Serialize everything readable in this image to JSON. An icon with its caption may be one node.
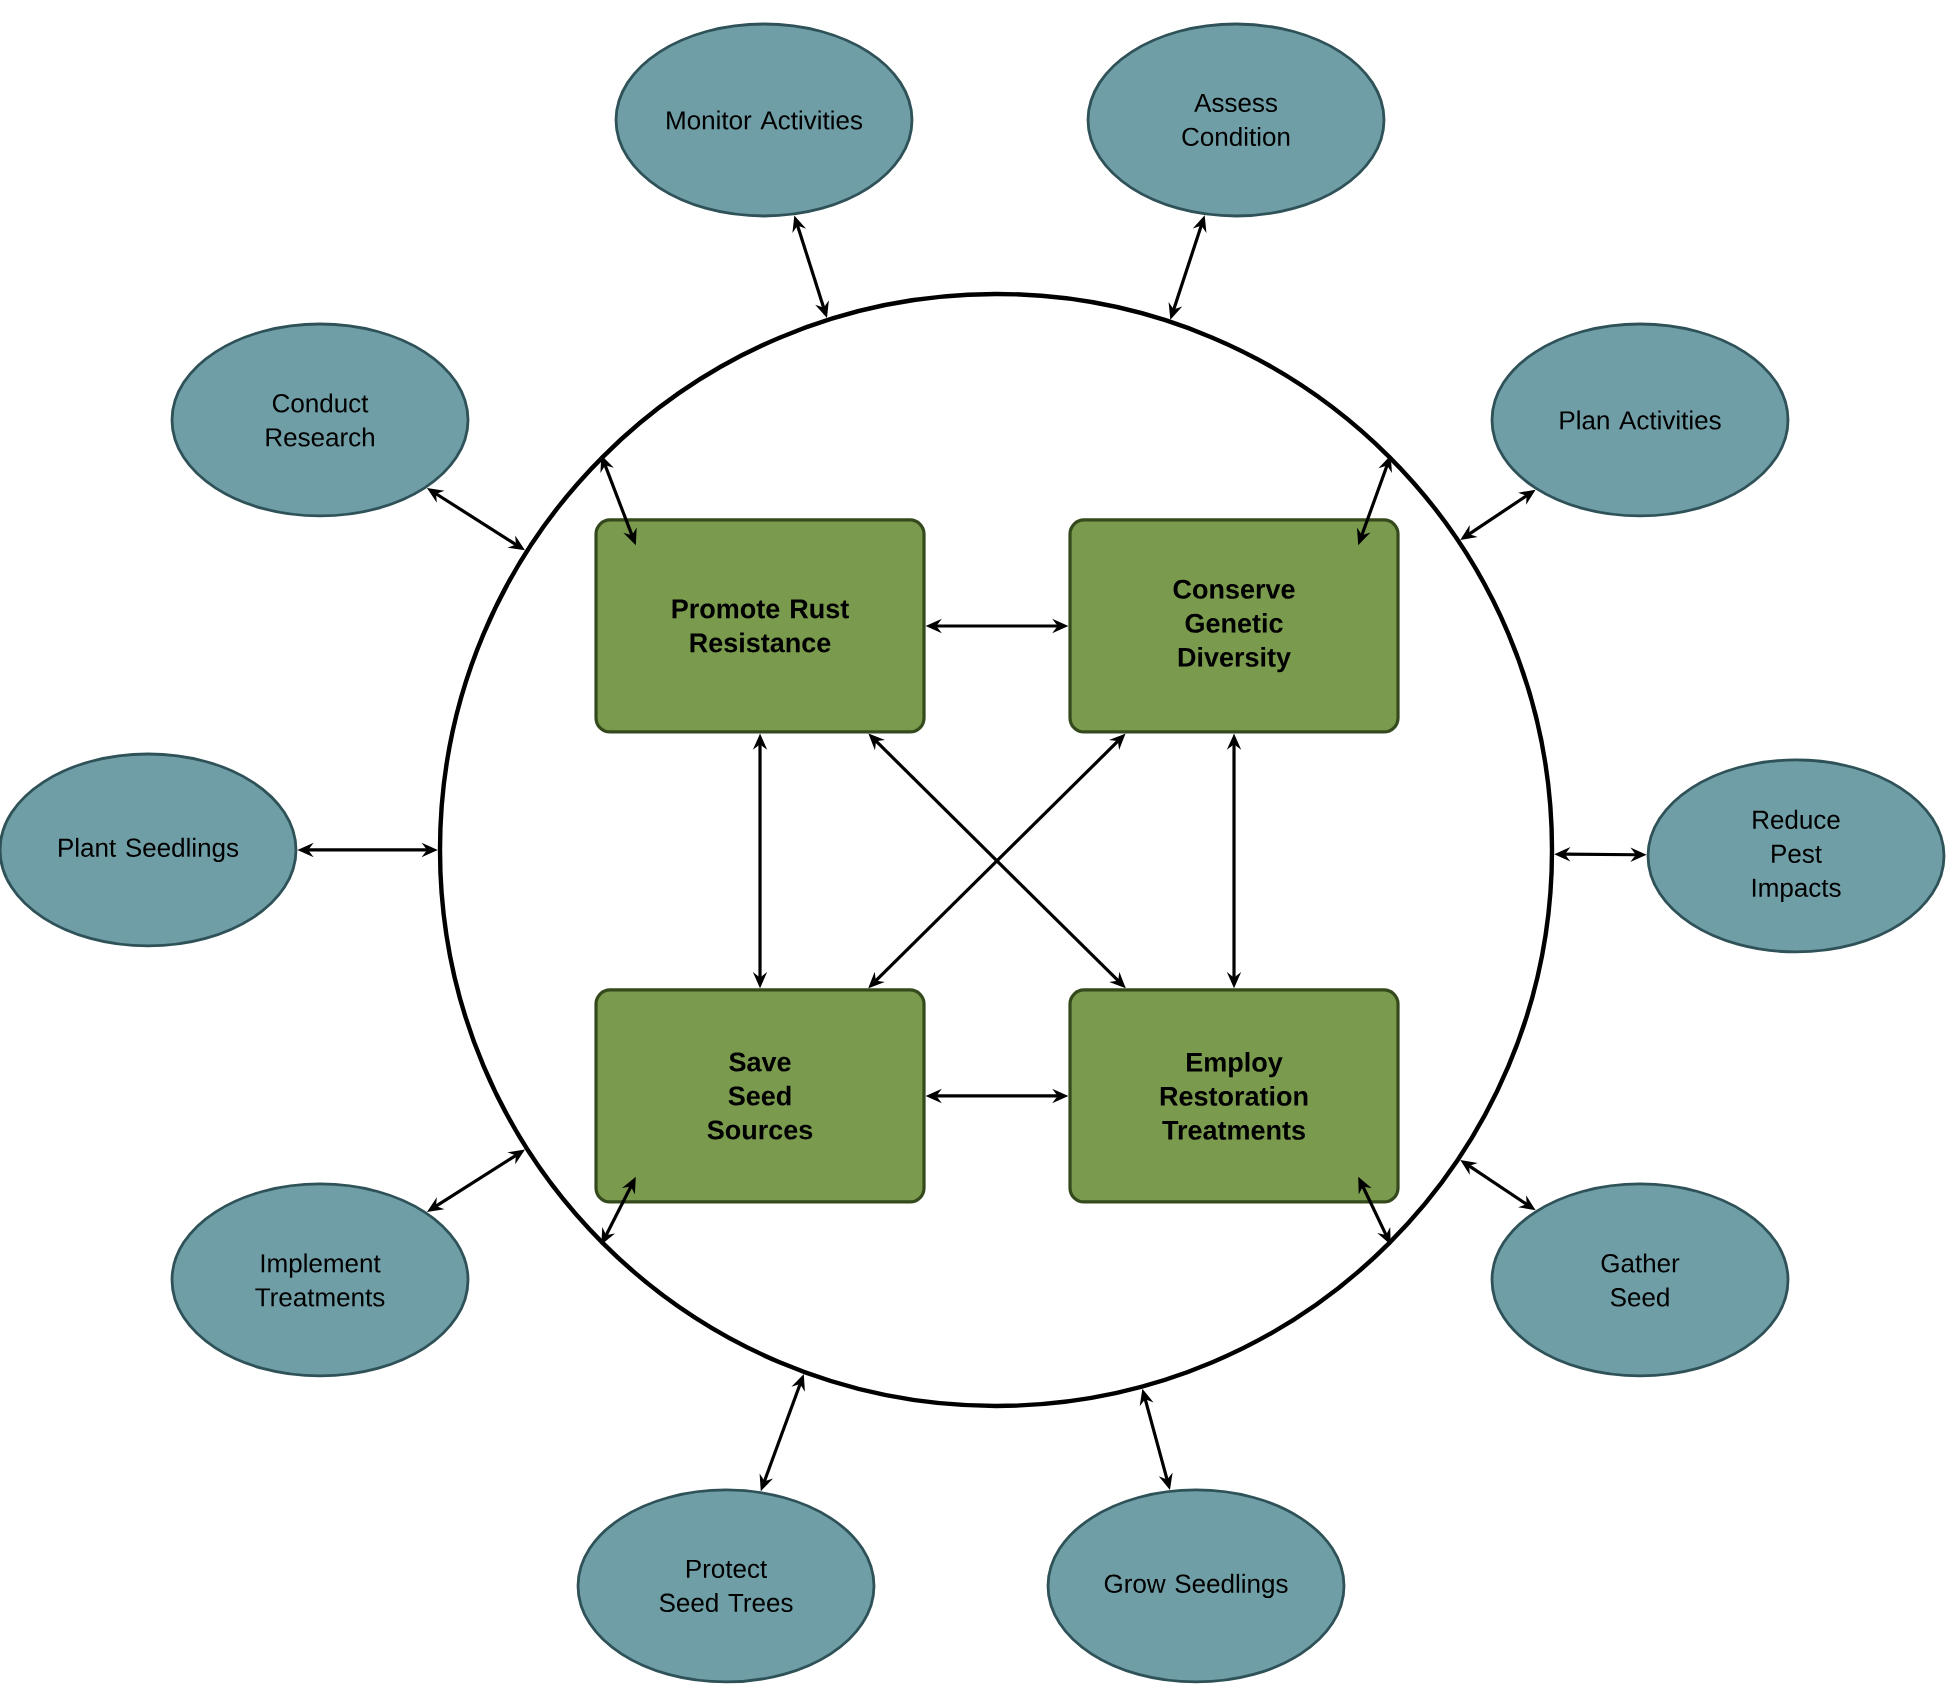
{
  "diagram": {
    "nodes": [
      {
        "text": [],
        "shape": "circle"
      },
      {
        "text": [
          "Promote Rust Resistance"
        ],
        "in": 0
      },
      {
        "text": [
          "Conserve Genetic Diversity"
        ],
        "in": 0
      },
      {
        "text": [
          "Save Seed Sources"
        ],
        "in": 0
      },
      {
        "text": [
          "Employ Restoration Treatments"
        ],
        "in": 0
      },
      {
        "text": [
          "Monitor Activities"
        ]
      },
      {
        "text": [
          "Assess Condition"
        ]
      },
      {
        "text": [
          "Conduct Research"
        ]
      },
      {
        "text": [
          "Plan Activities"
        ]
      },
      {
        "text": [
          "Plant Seedlings"
        ]
      },
      {
        "text": [
          "Reduce Pest Impacts"
        ]
      },
      {
        "text": [
          "Implement Treatments"
        ]
      },
      {
        "text": [
          "Gather Seed"
        ]
      },
      {
        "text": [
          "Protect Seed Trees"
        ]
      },
      {
        "text": [
          "Grow Seedlings"
        ]
      }
    ],
    "edges": [
      {
        "from": 5,
        "to": 0,
        "arrow": "both"
      },
      {
        "from": 6,
        "to": 0,
        "arrow": "both"
      },
      {
        "from": 7,
        "to": 0,
        "arrow": "both"
      },
      {
        "from": 8,
        "to": 0,
        "arrow": "both"
      },
      {
        "from": 9,
        "to": 0,
        "arrow": "both"
      },
      {
        "from": 10,
        "to": 0,
        "arrow": "both"
      },
      {
        "from": 11,
        "to": 0,
        "arrow": "both"
      },
      {
        "from": 12,
        "to": 0,
        "arrow": "both"
      },
      {
        "from": 13,
        "to": 0,
        "arrow": "both"
      },
      {
        "from": 14,
        "to": 0,
        "arrow": "both"
      },
      {
        "from": 1,
        "to": 0,
        "arrow": "both"
      },
      {
        "from": 2,
        "to": 0,
        "arrow": "both"
      },
      {
        "from": 3,
        "to": 0,
        "arrow": "both"
      },
      {
        "from": 4,
        "to": 0,
        "arrow": "both"
      },
      {
        "from": 1,
        "to": 2,
        "arrow": "both"
      },
      {
        "from": 1,
        "to": 3,
        "arrow": "both"
      },
      {
        "from": 2,
        "to": 4,
        "arrow": "both"
      },
      {
        "from": 3,
        "to": 4,
        "arrow": "both"
      },
      {
        "from": 1,
        "to": 4,
        "arrow": "both"
      },
      {
        "from": 2,
        "to": 3,
        "arrow": "both"
      }
    ]
  }
}
